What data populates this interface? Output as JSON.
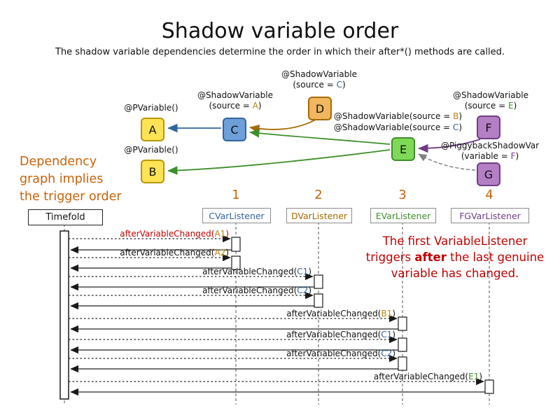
{
  "title": "Shadow variable order",
  "subtitle": "The shadow variable dependencies determine the order in which their after*() methods are called.",
  "colors": {
    "genuine_fill": "#FFE354",
    "genuine_border": "#B8960C",
    "c_fill": "#6F9FD8",
    "c_border": "#31659C",
    "d_fill": "#F2B661",
    "d_border": "#A66A00",
    "e_fill": "#7ED957",
    "e_border": "#3E8F29",
    "fg_fill": "#B57FC6",
    "fg_border": "#6F3D85",
    "accent_orange": "#C8620A",
    "note_red": "#C00000",
    "ref_yellow": "#B8860B",
    "ref_blue": "#31659C",
    "ref_green": "#3E8F29",
    "ref_purple": "#6F3D85"
  },
  "graph": {
    "nodes": {
      "a": "A",
      "b": "B",
      "c": "C",
      "d": "D",
      "e": "E",
      "f": "F",
      "g": "G"
    },
    "labels": {
      "pvariable_a": "@PVariable()",
      "pvariable_b": "@PVariable()",
      "shadow_c": {
        "line1": "@ShadowVariable",
        "pre": "(source = ",
        "var": "A",
        "post": ")"
      },
      "shadow_d": {
        "line1": "@ShadowVariable",
        "pre": "(source = ",
        "var": "C",
        "post": ")"
      },
      "shadow_f": {
        "line1": "@ShadowVariable",
        "pre": "(source = ",
        "var": "E",
        "post": ")"
      },
      "shadow_e1": {
        "pre": "@ShadowVariable(source = ",
        "var": "B",
        "post": ")"
      },
      "shadow_e2": {
        "pre": "@ShadowVariable(source = ",
        "var": "C",
        "post": ")"
      },
      "piggyback": {
        "line1": "@PiggybackShadowVar",
        "pre": "(variable = ",
        "var": "F",
        "post": ")"
      }
    }
  },
  "left_note": {
    "line1": "Dependency",
    "line2": "graph implies",
    "line3": "the trigger order"
  },
  "order_numbers": [
    "1",
    "2",
    "3",
    "4"
  ],
  "sequence": {
    "timefold": "Timefold",
    "listeners": [
      {
        "label": "CVarListener"
      },
      {
        "label": "DVarListener"
      },
      {
        "label": "EVarListener"
      },
      {
        "label": "FGVarListener"
      }
    ],
    "messages": [
      {
        "name": "afterVariableChanged(",
        "arg": "A1",
        "close": ")"
      },
      {
        "name": "afterVariableChanged(",
        "arg": "A2",
        "close": ")"
      },
      {
        "name": "afterVariableChanged(",
        "arg": "C1",
        "close": ")"
      },
      {
        "name": "afterVariableChanged(",
        "arg": "C2",
        "close": ")"
      },
      {
        "name": "afterVariableChanged(",
        "arg": "B1",
        "close": ")"
      },
      {
        "name": "afterVariableChanged(",
        "arg": "C1",
        "close": ")"
      },
      {
        "name": "afterVariableChanged(",
        "arg": "C2",
        "close": ")"
      },
      {
        "name": "afterVariableChanged(",
        "arg": "E1",
        "close": ")"
      }
    ],
    "note": {
      "line1": "The first VariableListener",
      "line2_pre": "triggers ",
      "line2_bold": "after",
      "line2_post": " the last genuine",
      "line3": "variable has changed."
    }
  }
}
